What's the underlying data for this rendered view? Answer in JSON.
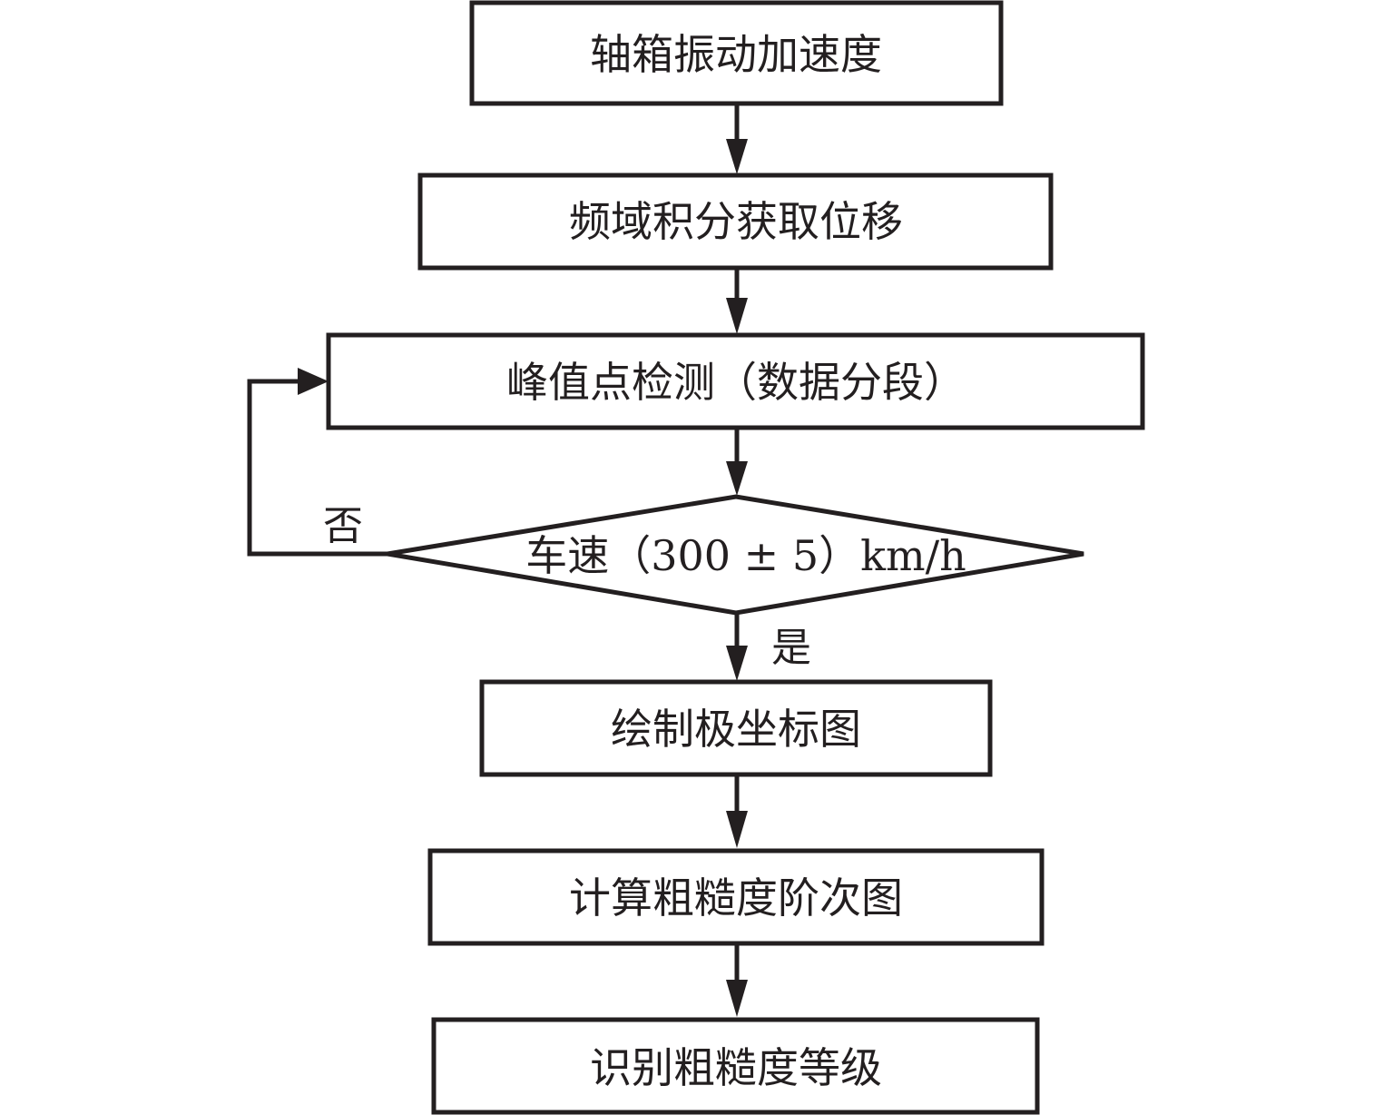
{
  "diagram": {
    "type": "flowchart",
    "colors": {
      "stroke": "#231f20",
      "background": "#ffffff"
    },
    "nodes": [
      {
        "id": "n1",
        "shape": "rect",
        "label": "轴箱振动加速度"
      },
      {
        "id": "n2",
        "shape": "rect",
        "label": "频域积分获取位移"
      },
      {
        "id": "n3",
        "shape": "rect",
        "label": "峰值点检测（数据分段）"
      },
      {
        "id": "n4",
        "shape": "diamond",
        "label": "车速（300 ± 5）km/h"
      },
      {
        "id": "n5",
        "shape": "rect",
        "label": "绘制极坐标图"
      },
      {
        "id": "n6",
        "shape": "rect",
        "label": "计算粗糙度阶次图"
      },
      {
        "id": "n7",
        "shape": "rect",
        "label": "识别粗糙度等级"
      }
    ],
    "edges": [
      {
        "from": "n1",
        "to": "n2",
        "label": ""
      },
      {
        "from": "n2",
        "to": "n3",
        "label": ""
      },
      {
        "from": "n3",
        "to": "n4",
        "label": ""
      },
      {
        "from": "n4",
        "to": "n5",
        "label": "是"
      },
      {
        "from": "n4",
        "to": "n3",
        "label": "否"
      },
      {
        "from": "n5",
        "to": "n6",
        "label": ""
      },
      {
        "from": "n6",
        "to": "n7",
        "label": ""
      }
    ]
  }
}
